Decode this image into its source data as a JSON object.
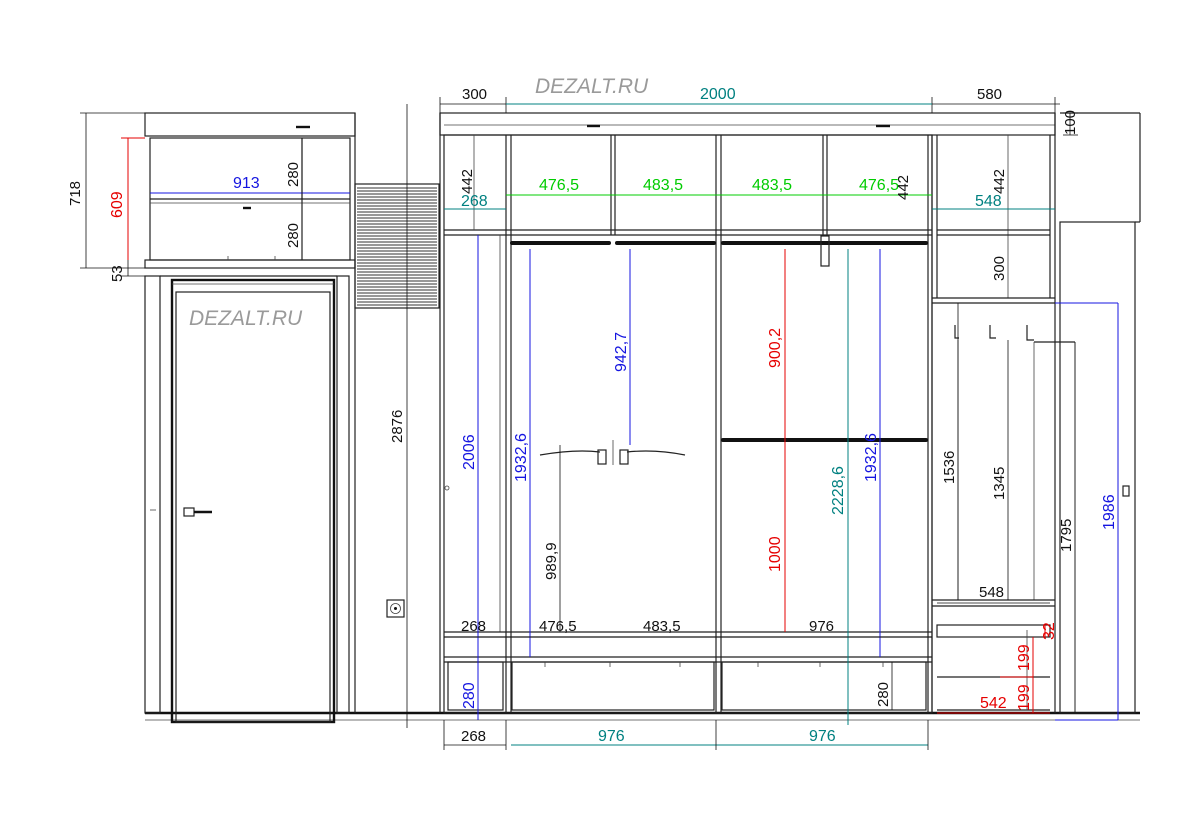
{
  "watermark": "DEZALT.RU",
  "colors": {
    "black": "#111111",
    "blue": "#1515e0",
    "red": "#e60000",
    "green": "#00cc00",
    "teal": "#008080",
    "watermark": "#9a9a9a"
  },
  "dims": {
    "top_300": "300",
    "top_2000": "2000",
    "top_580": "580",
    "top_100": "100",
    "left_718": "718",
    "left_609": "609",
    "left_53": "53",
    "upper_913": "913",
    "upper_280a": "280",
    "upper_280b": "280",
    "h_442_left": "442",
    "w_268_top": "268",
    "w_4765_a": "476,5",
    "w_4835_a": "483,5",
    "w_4835_b": "483,5",
    "w_4765_b": "476,5",
    "h_442_mid": "442",
    "h_442_right": "442",
    "w_548_top": "548",
    "h_300_right": "300",
    "h_2876": "2876",
    "h_2006": "2006",
    "h_19326_a": "1932,6",
    "h_9427": "942,7",
    "h_9899": "989,9",
    "h_9002": "900,2",
    "h_1000": "1000",
    "h_22286": "2228,6",
    "h_19326_b": "1932,6",
    "h_1536": "1536",
    "h_1345": "1345",
    "h_1795": "1795",
    "h_1986": "1986",
    "w_548_mid": "548",
    "w_268_mid": "268",
    "w_4765_mid": "476,5",
    "w_4835_mid": "483,5",
    "w_976_mid": "976",
    "h_280_bl": "280",
    "h_280_br": "280",
    "h_199_a": "199",
    "h_199_b": "199",
    "h_32": "32",
    "w_542": "542",
    "w_268_bot": "268",
    "w_976_bot_a": "976",
    "w_976_bot_b": "976"
  }
}
